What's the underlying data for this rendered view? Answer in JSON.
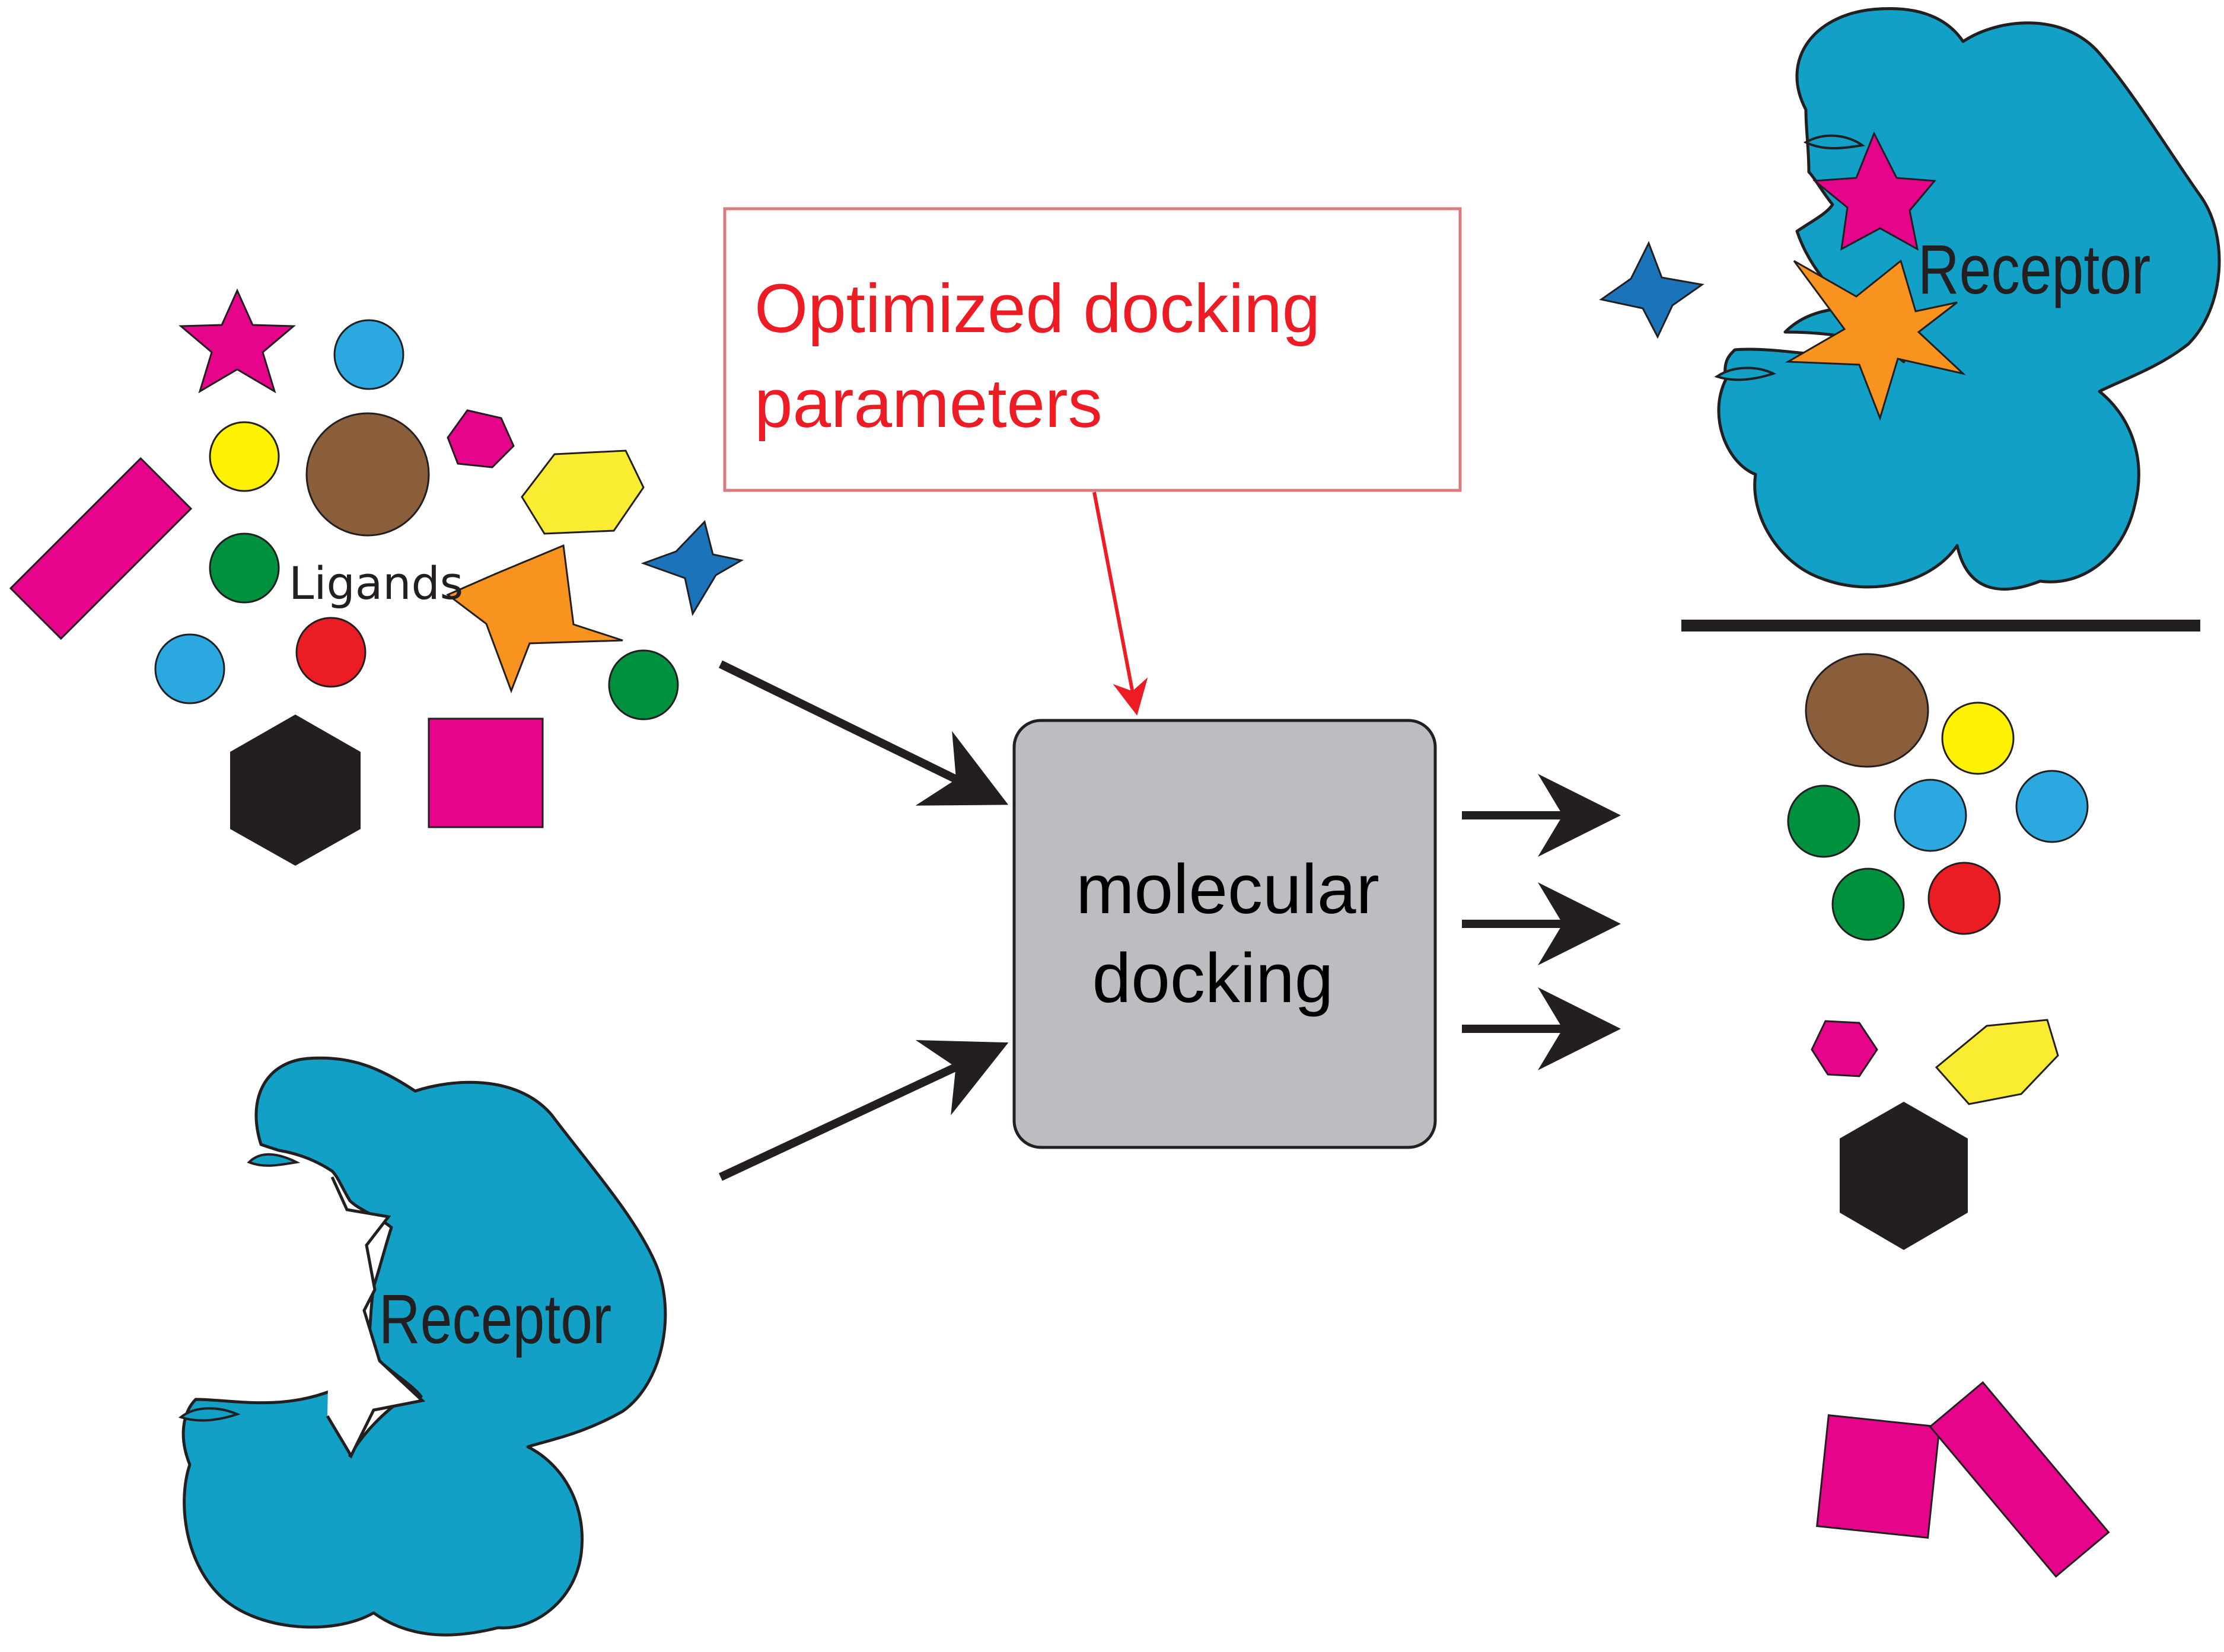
{
  "labels": {
    "ligands": "Ligands",
    "receptor_input": "Receptor",
    "receptor_result": "Receptor",
    "params_line1": "Optimized docking",
    "params_line2": "parameters",
    "docking_line1": "molecular",
    "docking_line2": "docking"
  },
  "colors": {
    "receptor": "#12A0C7",
    "magenta": "#E6048B",
    "sky_blue": "#2AA8DF",
    "yellow": "#FEF102",
    "light_yellow": "#F9EC31",
    "brown": "#8B5E3B",
    "green": "#00913F",
    "red": "#EC1C24",
    "orange": "#F7931E",
    "dark_blue": "#1B74BA",
    "black": "#231F20",
    "docking_box": "#BCBDC0",
    "params_red": "#ED1C24"
  },
  "icons": [
    "receptor-blob-icon",
    "star-icon",
    "circle-icon",
    "hexagon-icon",
    "rectangle-icon",
    "square-icon",
    "arrow-icon"
  ]
}
